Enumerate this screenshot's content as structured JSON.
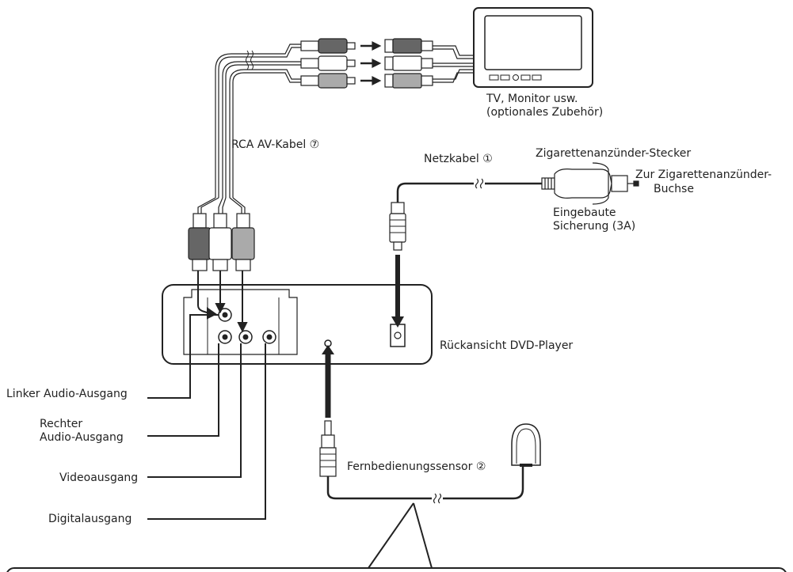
{
  "labels": {
    "tv_monitor_line1": "TV, Monitor usw.",
    "tv_monitor_line2": "(optionales Zubehör)",
    "rca_cable": "RCA AV-Kabel ⑦",
    "power_cable": "Netzkabel ①",
    "lighter_plug": "Zigarettenanzünder-Stecker",
    "to_socket_line1": "Zur Zigarettenanzünder-",
    "to_socket_line2": "Buchse",
    "fuse_line1": "Eingebaute",
    "fuse_line2": "Sicherung (3A)",
    "player_rear": "Rückansicht DVD-Player",
    "left_audio": "Linker Audio-Ausgang",
    "right_audio_line1": "Rechter",
    "right_audio_line2": "Audio-Ausgang",
    "video_out": "Videoausgang",
    "digital_out": "Digitalausgang",
    "remote_sensor": "Fernbedienungssensor ②"
  }
}
